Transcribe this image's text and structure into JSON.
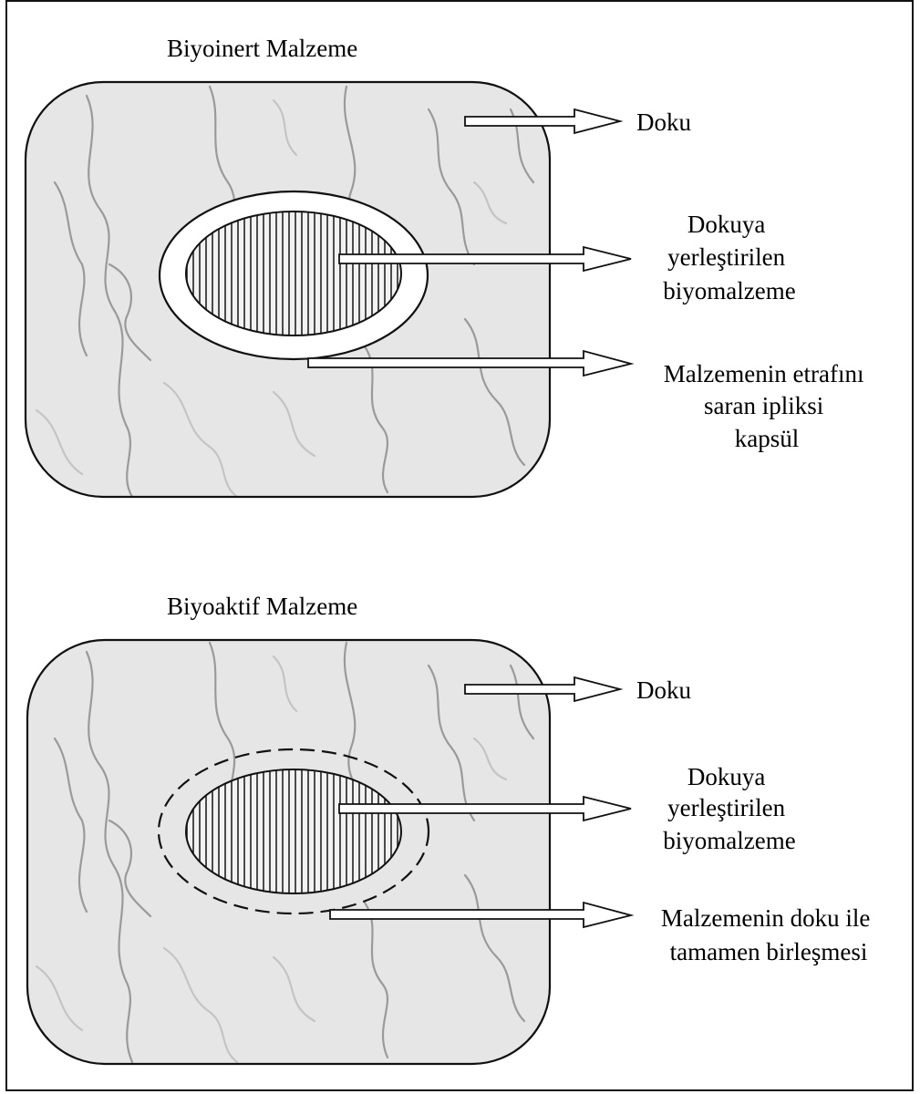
{
  "colors": {
    "tissue_fill": "#e6e6e6",
    "tissue_vein": "#9a9a9a",
    "tissue_vein_light": "#c4c4c4",
    "outline": "#111111",
    "capsule_fill": "#ffffff",
    "implant_hatch": "#222222",
    "implant_bg": "#f2f2f2",
    "arrow_fill": "#ffffff"
  },
  "panels": [
    {
      "title": "Biyoinert Malzeme",
      "capsule_style": "solid",
      "labels": {
        "tissue": [
          "Doku"
        ],
        "implant": [
          "Dokuya",
          "yerleştirilen",
          "biyomalzeme"
        ],
        "interface": [
          "Malzemenin etrafını",
          "saran ipliksi",
          "kapsül"
        ]
      }
    },
    {
      "title": "Biyoaktif Malzeme",
      "capsule_style": "dashed",
      "labels": {
        "tissue": [
          "Doku"
        ],
        "implant": [
          "Dokuya",
          "yerleştirilen",
          "biyomalzeme"
        ],
        "interface": [
          "Malzemenin doku ile",
          "tamamen birleşmesi"
        ]
      }
    }
  ]
}
